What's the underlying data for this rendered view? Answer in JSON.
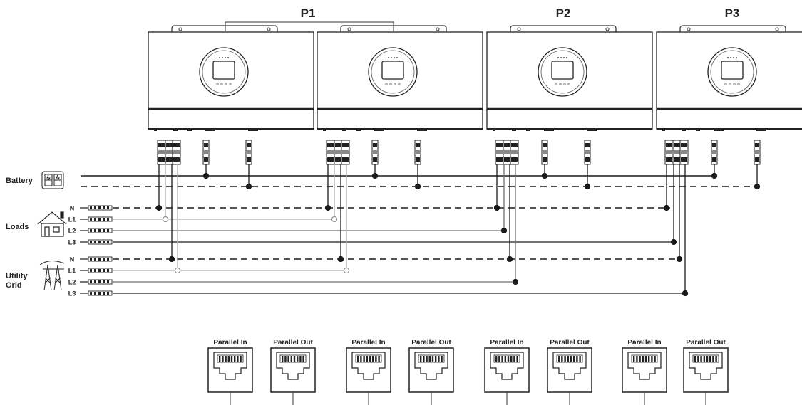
{
  "groups": [
    {
      "label": "P1"
    },
    {
      "label": "P2"
    },
    {
      "label": "P3"
    }
  ],
  "side_labels": {
    "battery": "Battery",
    "loads": "Loads",
    "utility_line1": "Utility",
    "utility_line2": "Grid"
  },
  "load_lines": [
    "N",
    "L1",
    "L2",
    "L3"
  ],
  "grid_lines": [
    "N",
    "L1",
    "L2",
    "L3"
  ],
  "ports": {
    "in": "Parallel In",
    "out": "Parallel Out"
  },
  "colors": {
    "line": "#1a1a1a",
    "l1_wire": "#b0b0b0",
    "l2_wire": "#707070",
    "l3_wire": "#555555"
  }
}
